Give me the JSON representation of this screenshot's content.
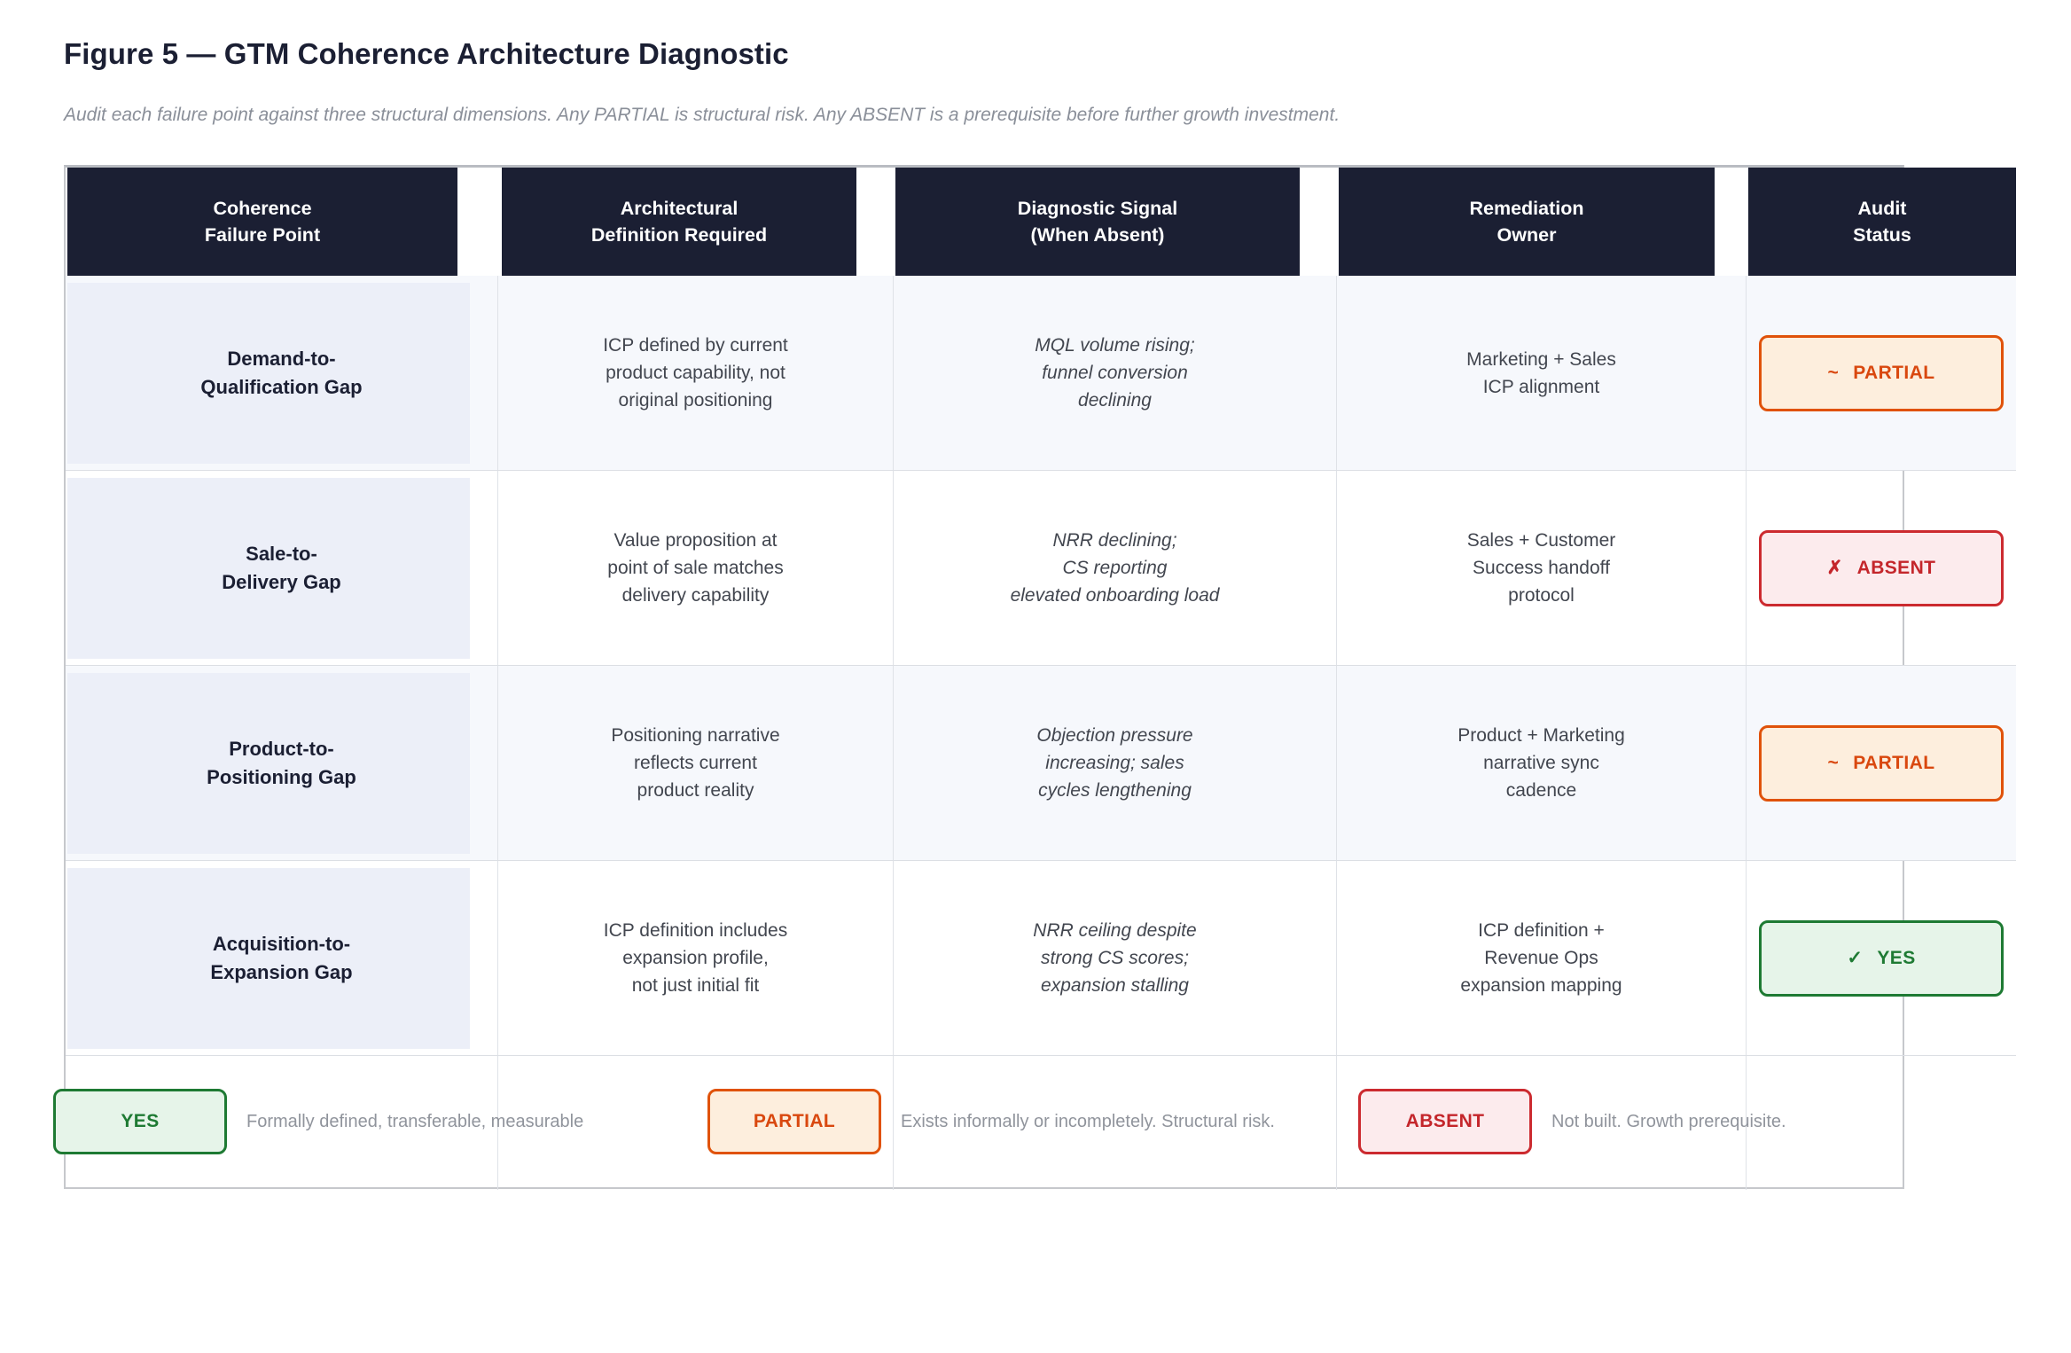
{
  "figure": {
    "title": "Figure 5 — GTM Coherence Architecture Diagnostic",
    "subtitle": "Audit each failure point against three structural dimensions. Any PARTIAL is structural risk. Any ABSENT is a prerequisite before further growth investment."
  },
  "colors": {
    "header_bg": "#1b1f33",
    "first_col_bg": "#eceff8",
    "row_shade": "#f6f8fc",
    "yes": "#1e7a33",
    "partial": "#e0520a",
    "absent": "#cc2a2f"
  },
  "table": {
    "columns": [
      {
        "line1": "Coherence",
        "line2": "Failure Point"
      },
      {
        "line1": "Architectural",
        "line2": "Definition Required"
      },
      {
        "line1": "Diagnostic Signal",
        "line2": "(When Absent)"
      },
      {
        "line1": "Remediation",
        "line2": "Owner"
      },
      {
        "line1": "Audit",
        "line2": "Status"
      }
    ],
    "rows": [
      {
        "failure_point": "Demand-to-\nQualification Gap",
        "definition": "ICP defined by current\nproduct capability, not\noriginal positioning",
        "signal": "MQL volume rising;\nfunnel conversion\ndeclining",
        "owner": "Marketing + Sales\nICP alignment",
        "status": "PARTIAL",
        "status_glyph": "~"
      },
      {
        "failure_point": "Sale-to-\nDelivery Gap",
        "definition": "Value proposition at\npoint of sale matches\ndelivery capability",
        "signal": "NRR declining;\nCS reporting\nelevated onboarding load",
        "owner": "Sales + Customer\nSuccess handoff\nprotocol",
        "status": "ABSENT",
        "status_glyph": "✗"
      },
      {
        "failure_point": "Product-to-\nPositioning Gap",
        "definition": "Positioning narrative\nreflects current\nproduct reality",
        "signal": "Objection pressure\nincreasing; sales\ncycles lengthening",
        "owner": "Product + Marketing\nnarrative sync\ncadence",
        "status": "PARTIAL",
        "status_glyph": "~"
      },
      {
        "failure_point": "Acquisition-to-\nExpansion Gap",
        "definition": "ICP definition includes\nexpansion profile,\nnot just initial fit",
        "signal": "NRR ceiling despite\nstrong CS scores;\nexpansion stalling",
        "owner": "ICP definition +\nRevenue Ops\nexpansion mapping",
        "status": "YES",
        "status_glyph": "✓"
      }
    ]
  },
  "legend": [
    {
      "label": "YES",
      "description": "Formally defined, transferable, measurable"
    },
    {
      "label": "PARTIAL",
      "description": "Exists informally or incompletely. Structural risk."
    },
    {
      "label": "ABSENT",
      "description": "Not built. Growth prerequisite."
    }
  ]
}
